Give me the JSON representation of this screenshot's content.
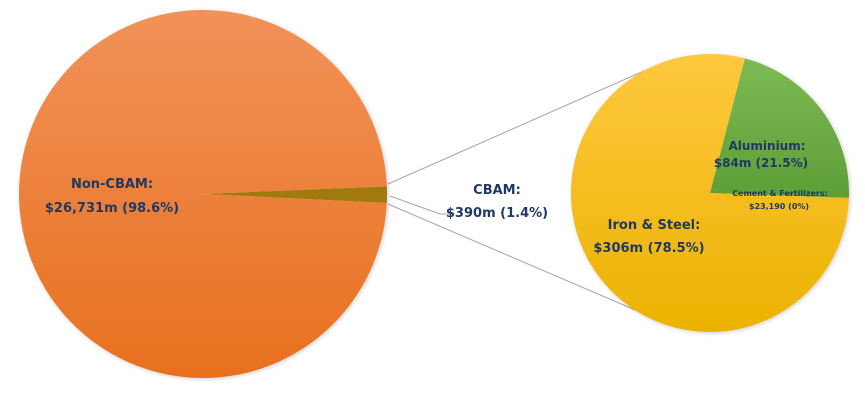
{
  "chart_data": {
    "type": "pie",
    "subtype": "pie-of-pie",
    "main_pie": {
      "slices": [
        {
          "name": "Non-CBAM",
          "value": 26731,
          "percent": 98.6,
          "label_line1": "Non-CBAM:",
          "label_line2": "$26,731m (98.6%)",
          "color": "#EE7A2E"
        },
        {
          "name": "CBAM",
          "value": 390,
          "percent": 1.4,
          "label_line1": "CBAM:",
          "label_line2": "$390m (1.4%)",
          "color": "#A07A08"
        }
      ]
    },
    "secondary_pie": {
      "slices": [
        {
          "name": "Aluminium",
          "value": 84,
          "percent": 21.5,
          "label_line1": "Aluminium:",
          "label_line2": "$84m (21.5%)",
          "color": "#70AD47"
        },
        {
          "name": "Cement & Fertilizers",
          "value": 0.02319,
          "percent": 0,
          "label_line1": "Cement & Fertilizers:",
          "label_line2": "$23,190 (0%)",
          "color": "#E0A030"
        },
        {
          "name": "Iron & Steel",
          "value": 306,
          "percent": 78.5,
          "label_line1": "Iron & Steel:",
          "label_line2": "$306m (78.5%)",
          "color": "#FFC000"
        }
      ]
    },
    "units": "USD millions"
  }
}
